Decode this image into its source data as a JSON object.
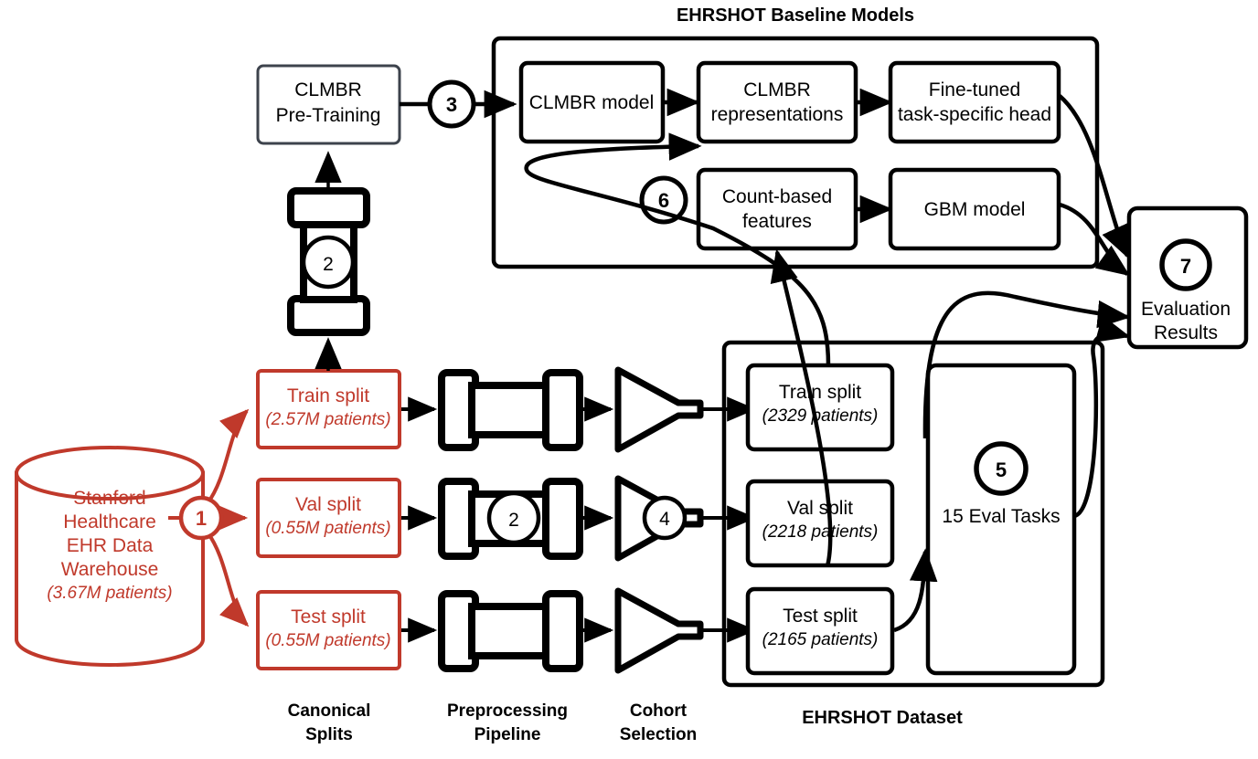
{
  "diagram": {
    "title_baseline_models": "EHRSHOT Baseline Models",
    "title_dataset": "EHRSHOT Dataset"
  },
  "colors": {
    "red": "#c0392b",
    "black": "#000000",
    "slate": "#3d434c",
    "white": "#ffffff"
  },
  "source": {
    "line1": "Stanford",
    "line2": "Healthcare",
    "line3": "EHR Data",
    "line4": "Warehouse",
    "count": "(3.67M patients)"
  },
  "column_titles": {
    "canonical_splits_l1": "Canonical",
    "canonical_splits_l2": "Splits",
    "preprocessing_l1": "Preprocessing",
    "preprocessing_l2": "Pipeline",
    "cohort_l1": "Cohort",
    "cohort_l2": "Selection"
  },
  "canonical_splits": [
    {
      "name": "Train split",
      "count": "(2.57M patients)"
    },
    {
      "name": "Val split",
      "count": "(0.55M patients)"
    },
    {
      "name": "Test split",
      "count": "(0.55M patients)"
    }
  ],
  "dataset_splits": [
    {
      "name": "Train split",
      "count": "(2329 patients)"
    },
    {
      "name": "Val split",
      "count": "(2218 patients)"
    },
    {
      "name": "Test split",
      "count": "(2165 patients)"
    }
  ],
  "eval_tasks": {
    "label": "15 Eval Tasks"
  },
  "pretraining": {
    "line1": "CLMBR",
    "line2": "Pre-Training"
  },
  "baseline_boxes": {
    "clmbr_model": "CLMBR model",
    "clmbr_representations_l1": "CLMBR",
    "clmbr_representations_l2": "representations",
    "finetuned_l1": "Fine-tuned",
    "finetuned_l2": "task-specific head",
    "count_based_l1": "Count-based",
    "count_based_l2": "features",
    "gbm_model": "GBM model"
  },
  "evaluation": {
    "line1": "Evaluation",
    "line2": "Results"
  },
  "markers": {
    "m1": "1",
    "m2a": "2",
    "m2b": "2",
    "m3": "3",
    "m4": "4",
    "m5": "5",
    "m6": "6",
    "m7": "7"
  }
}
